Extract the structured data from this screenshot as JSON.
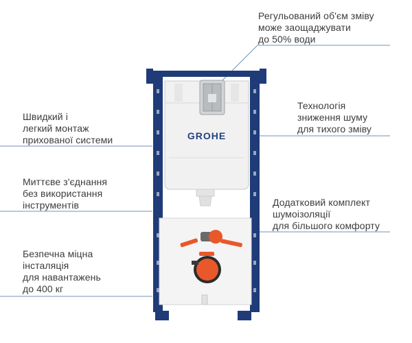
{
  "brand": {
    "logo_text": "GROHE"
  },
  "features": {
    "f1": {
      "lines": [
        "Регульований об'єм зміву",
        "може заощаджувати",
        "до 50% води"
      ]
    },
    "f2": {
      "lines": [
        "Технологія",
        "зниження шуму",
        "для тихого зміву"
      ]
    },
    "f3": {
      "lines": [
        "Додатковий комплект",
        "шумоізоляції",
        "для більшого комфорту"
      ]
    },
    "f4": {
      "lines": [
        "Швидкий і",
        "легкий монтаж",
        "прихованої системи"
      ]
    },
    "f5": {
      "lines": [
        "Миттєве з'єднання",
        "без використання",
        "інструментів"
      ]
    },
    "f6": {
      "lines": [
        "Безпечна міцна",
        "інсталяція",
        "для навантажень",
        "до 400 кг"
      ]
    }
  },
  "colors": {
    "frame": "#1f3b78",
    "accent": "#e8582a",
    "line": "#6f92b8",
    "panel": "#f2f2f2"
  }
}
